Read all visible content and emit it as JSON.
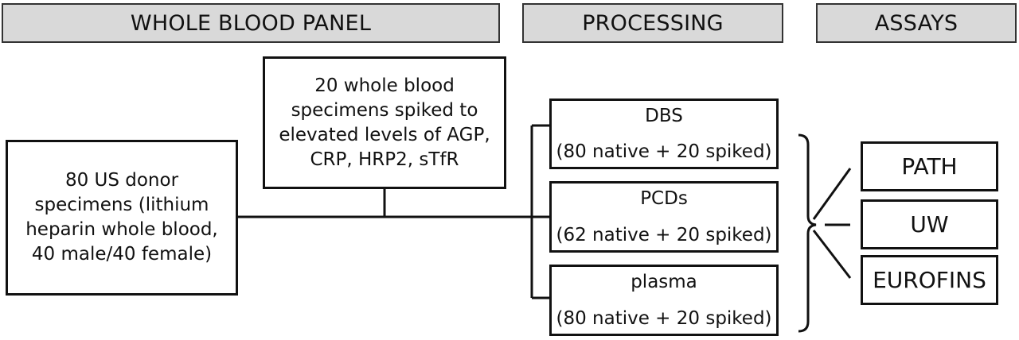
{
  "headers": {
    "panel": "WHOLE BLOOD PANEL",
    "processing": "PROCESSING",
    "assays": "ASSAYS"
  },
  "donor_box": {
    "lines": [
      "80 US donor",
      "specimens (lithium",
      "heparin whole blood,",
      "40 male/40 female)"
    ]
  },
  "spiked_box": {
    "lines": [
      "20 whole blood",
      "specimens spiked to",
      "elevated levels of AGP,",
      "CRP, HRP2, sTfR"
    ]
  },
  "processing": [
    {
      "name": "DBS",
      "count": "(80 native + 20 spiked)"
    },
    {
      "name": "PCDs",
      "count": "(62 native + 20 spiked)"
    },
    {
      "name": "plasma",
      "count": "(80 native + 20 spiked)"
    }
  ],
  "assays": [
    "PATH",
    "UW",
    "EUROFINS"
  ]
}
